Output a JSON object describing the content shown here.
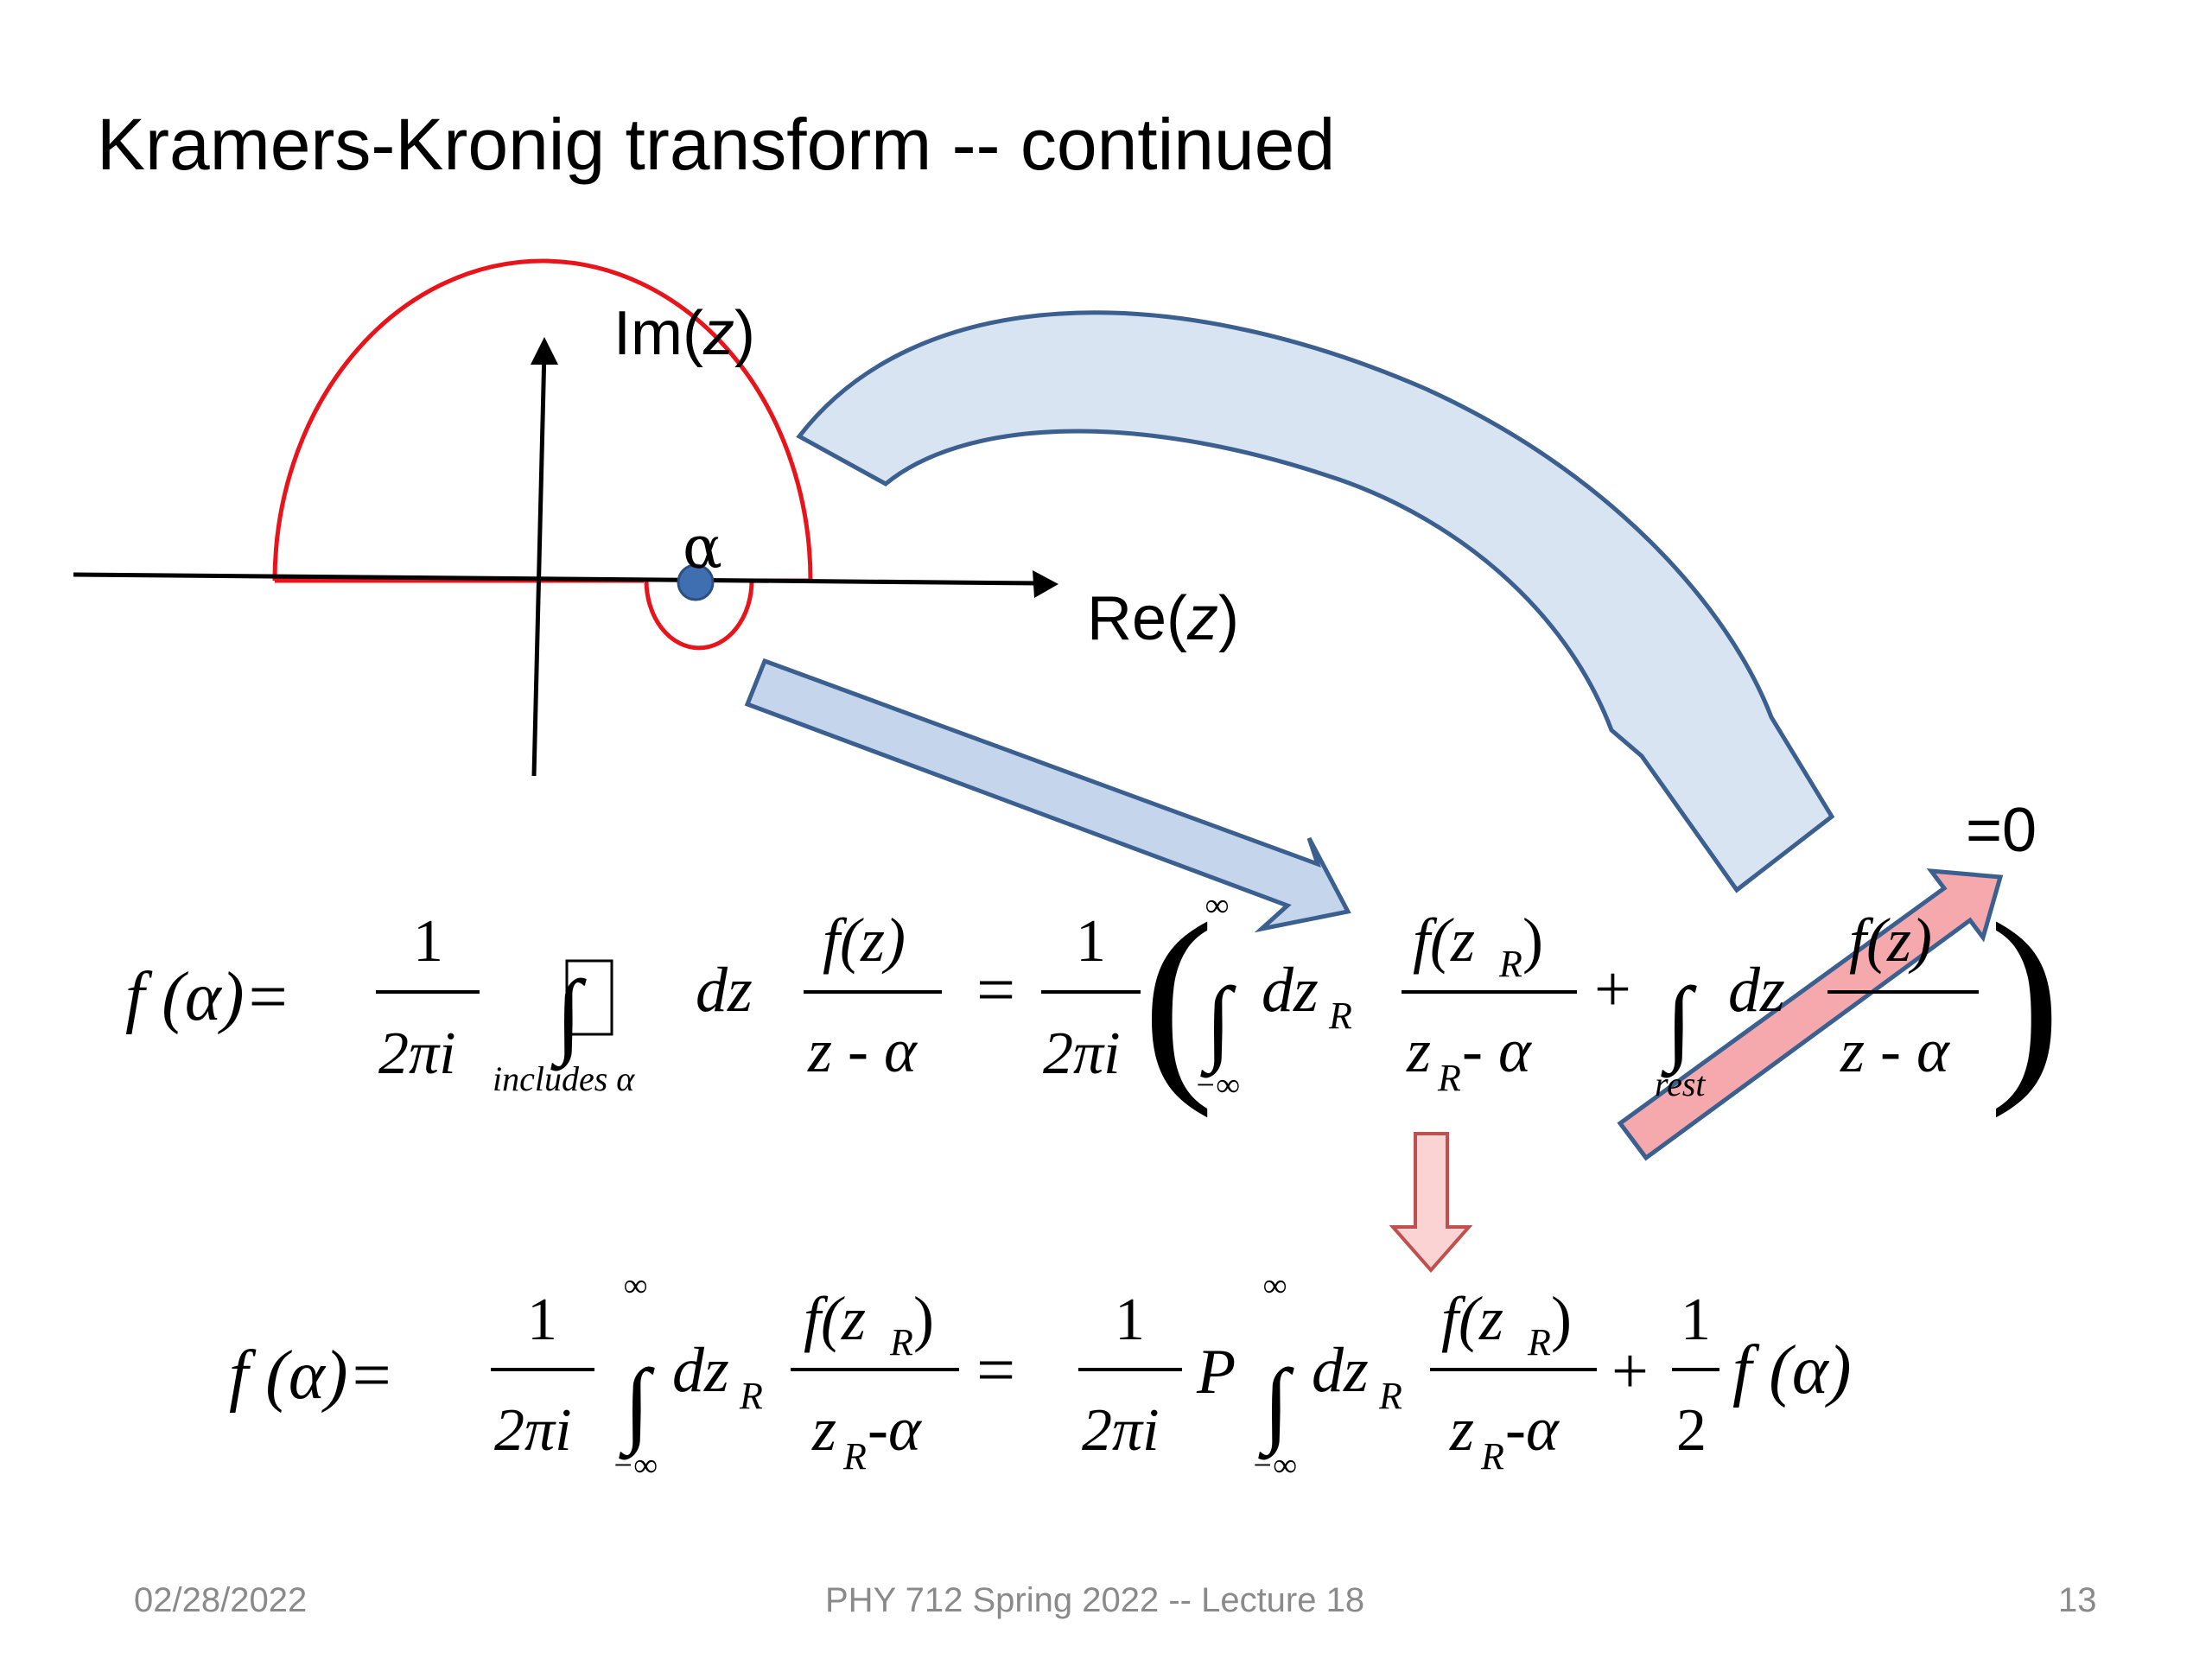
{
  "slide": {
    "title": "Kramers-Kronig transform -- continued",
    "footer": {
      "date": "02/28/2022",
      "course": "PHY 712  Spring 2022 -- Lecture 18",
      "page": "13"
    }
  },
  "diagram": {
    "im_label_prefix": "Im(",
    "im_label_var": "z",
    "im_label_suffix": ")",
    "re_label_prefix": "Re(",
    "re_label_var": "z",
    "re_label_suffix": ")",
    "pole_label": "α",
    "zero_label": "=0",
    "colors": {
      "contour": "#e8141b",
      "pole": "#3f6fb0",
      "blue_arrow_fill": "#d9e4f2",
      "blue_arrow_fill_2": "#c5d6ec",
      "blue_arrow_stroke": "#3b5f8f",
      "pink_arrow_fill": "#f5a9ad",
      "pink_arrow_fill_2": "#fbd3d3",
      "pink_arrow_stroke": "#c0504d"
    }
  },
  "equation1": {
    "lhs": "f (α)=",
    "one": "1",
    "two_pi_i": "2πi",
    "contour_sub": "includes  α",
    "dz": "dz",
    "fz": "f(z)",
    "z_minus_alpha": "z - α",
    "equals": "=",
    "one_b": "1",
    "two_pi_i_b": "2πi",
    "inf_upper": "∞",
    "inf_lower": "−∞",
    "dz_r": "dz",
    "sub_r": "R",
    "f_zr_open": "f(z",
    "f_zr_close": " )",
    "zr_minus_alpha_z": "z",
    "zr_minus_alpha_rest": " - α",
    "plus": "+",
    "rest_sub": "rest",
    "dz_b": "dz",
    "fz_b": "f(z)",
    "z_minus_alpha_b": "z - α"
  },
  "equation2": {
    "lhs": "f (α)=",
    "one": "1",
    "two_pi_i": "2πi",
    "inf_upper": "∞",
    "inf_lower": "−∞",
    "dz": "dz",
    "sub_r": "R",
    "f_zr_open": "f(z",
    "f_zr_close": " )",
    "zr_den_z": "z",
    "zr_den_rest": "-α",
    "equals": "=",
    "one_b": "1",
    "two_pi_i_b": "2πi",
    "p": "P",
    "inf_upper_b": "∞",
    "inf_lower_b": "−∞",
    "dz_b": "dz",
    "f_zr_open_b": "f(z",
    "f_zr_close_b": " )",
    "zr_den_z_b": "z",
    "zr_den_rest_b": "-α",
    "plus": "+",
    "half_num": "1",
    "half_den": "2",
    "f_alpha": "f (α)"
  }
}
